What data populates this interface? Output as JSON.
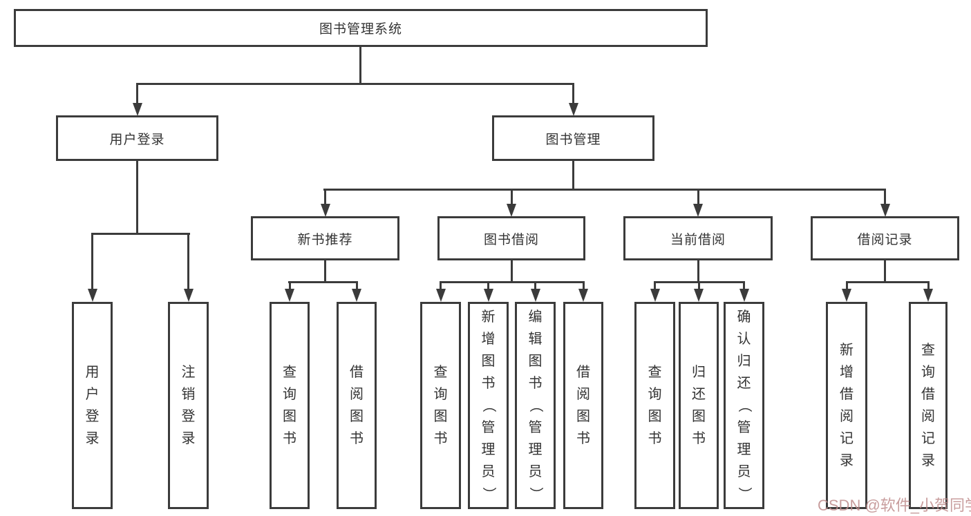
{
  "watermark": "CSDN @软件_小贺同学",
  "colors": {
    "line": "#3b3b3b",
    "text": "#333333",
    "background": "#ffffff",
    "watermark": "#be8c8c"
  },
  "tree": {
    "root": "图书管理系统",
    "children": [
      {
        "label": "用户登录",
        "children": [
          "用户登录",
          "注销登录"
        ]
      },
      {
        "label": "图书管理",
        "children": [
          {
            "label": "新书推荐",
            "children": [
              "查询图书",
              "借阅图书"
            ]
          },
          {
            "label": "图书借阅",
            "children": [
              "查询图书",
              "新增图书（管理员）",
              "编辑图书（管理员）",
              "借阅图书"
            ]
          },
          {
            "label": "当前借阅",
            "children": [
              "查询图书",
              "归还图书",
              "确认归还（管理员）"
            ]
          },
          {
            "label": "借阅记录",
            "children": [
              "新增借阅记录",
              "查询借阅记录"
            ]
          }
        ]
      }
    ]
  }
}
